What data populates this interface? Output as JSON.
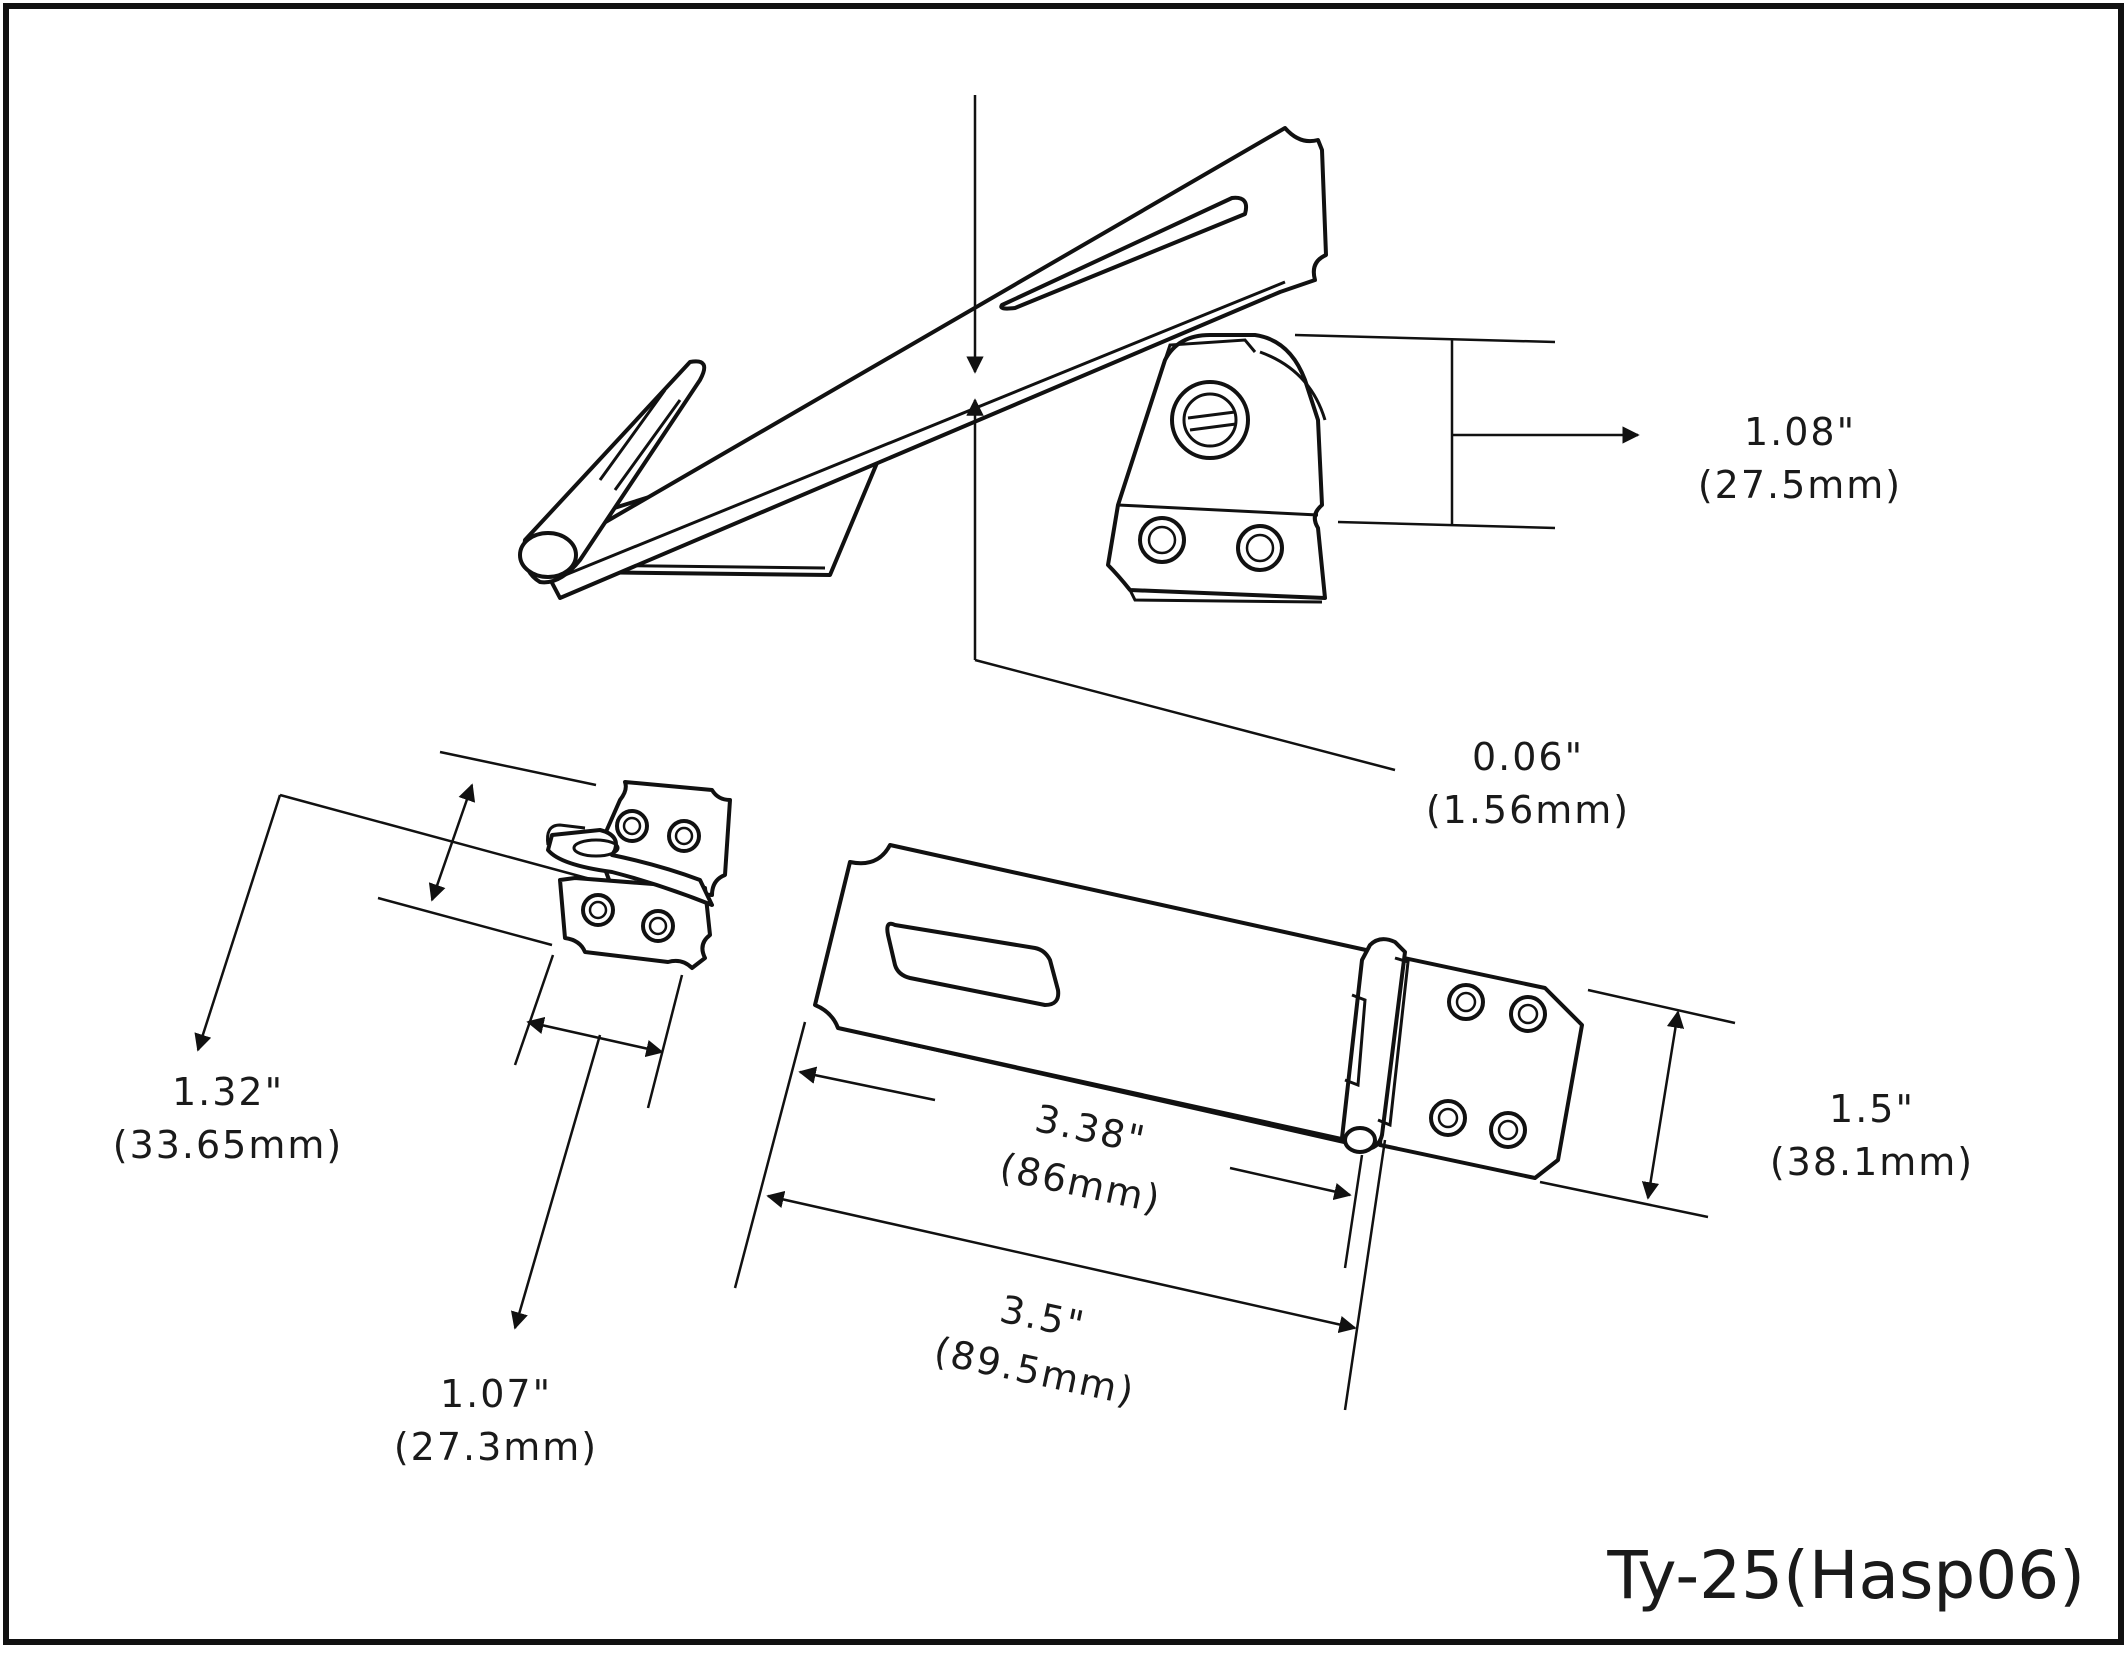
{
  "model_label": "Ty-25(Hasp06)",
  "dimensions": {
    "staple_height": {
      "inch": "1.08\"",
      "mm": "(27.5mm)"
    },
    "thickness": {
      "inch": "0.06\"",
      "mm": "(1.56mm)"
    },
    "swivel_height": {
      "inch": "1.32\"",
      "mm": "(33.65mm)"
    },
    "swivel_width": {
      "inch": "1.07\"",
      "mm": "(27.3mm)"
    },
    "hasp_inner_length": {
      "inch": "3.38\"",
      "mm": "(86mm)"
    },
    "hasp_overall_length": {
      "inch": "3.5\"",
      "mm": "(89.5mm)"
    },
    "hasp_width": {
      "inch": "1.5\"",
      "mm": "(38.1mm)"
    }
  }
}
